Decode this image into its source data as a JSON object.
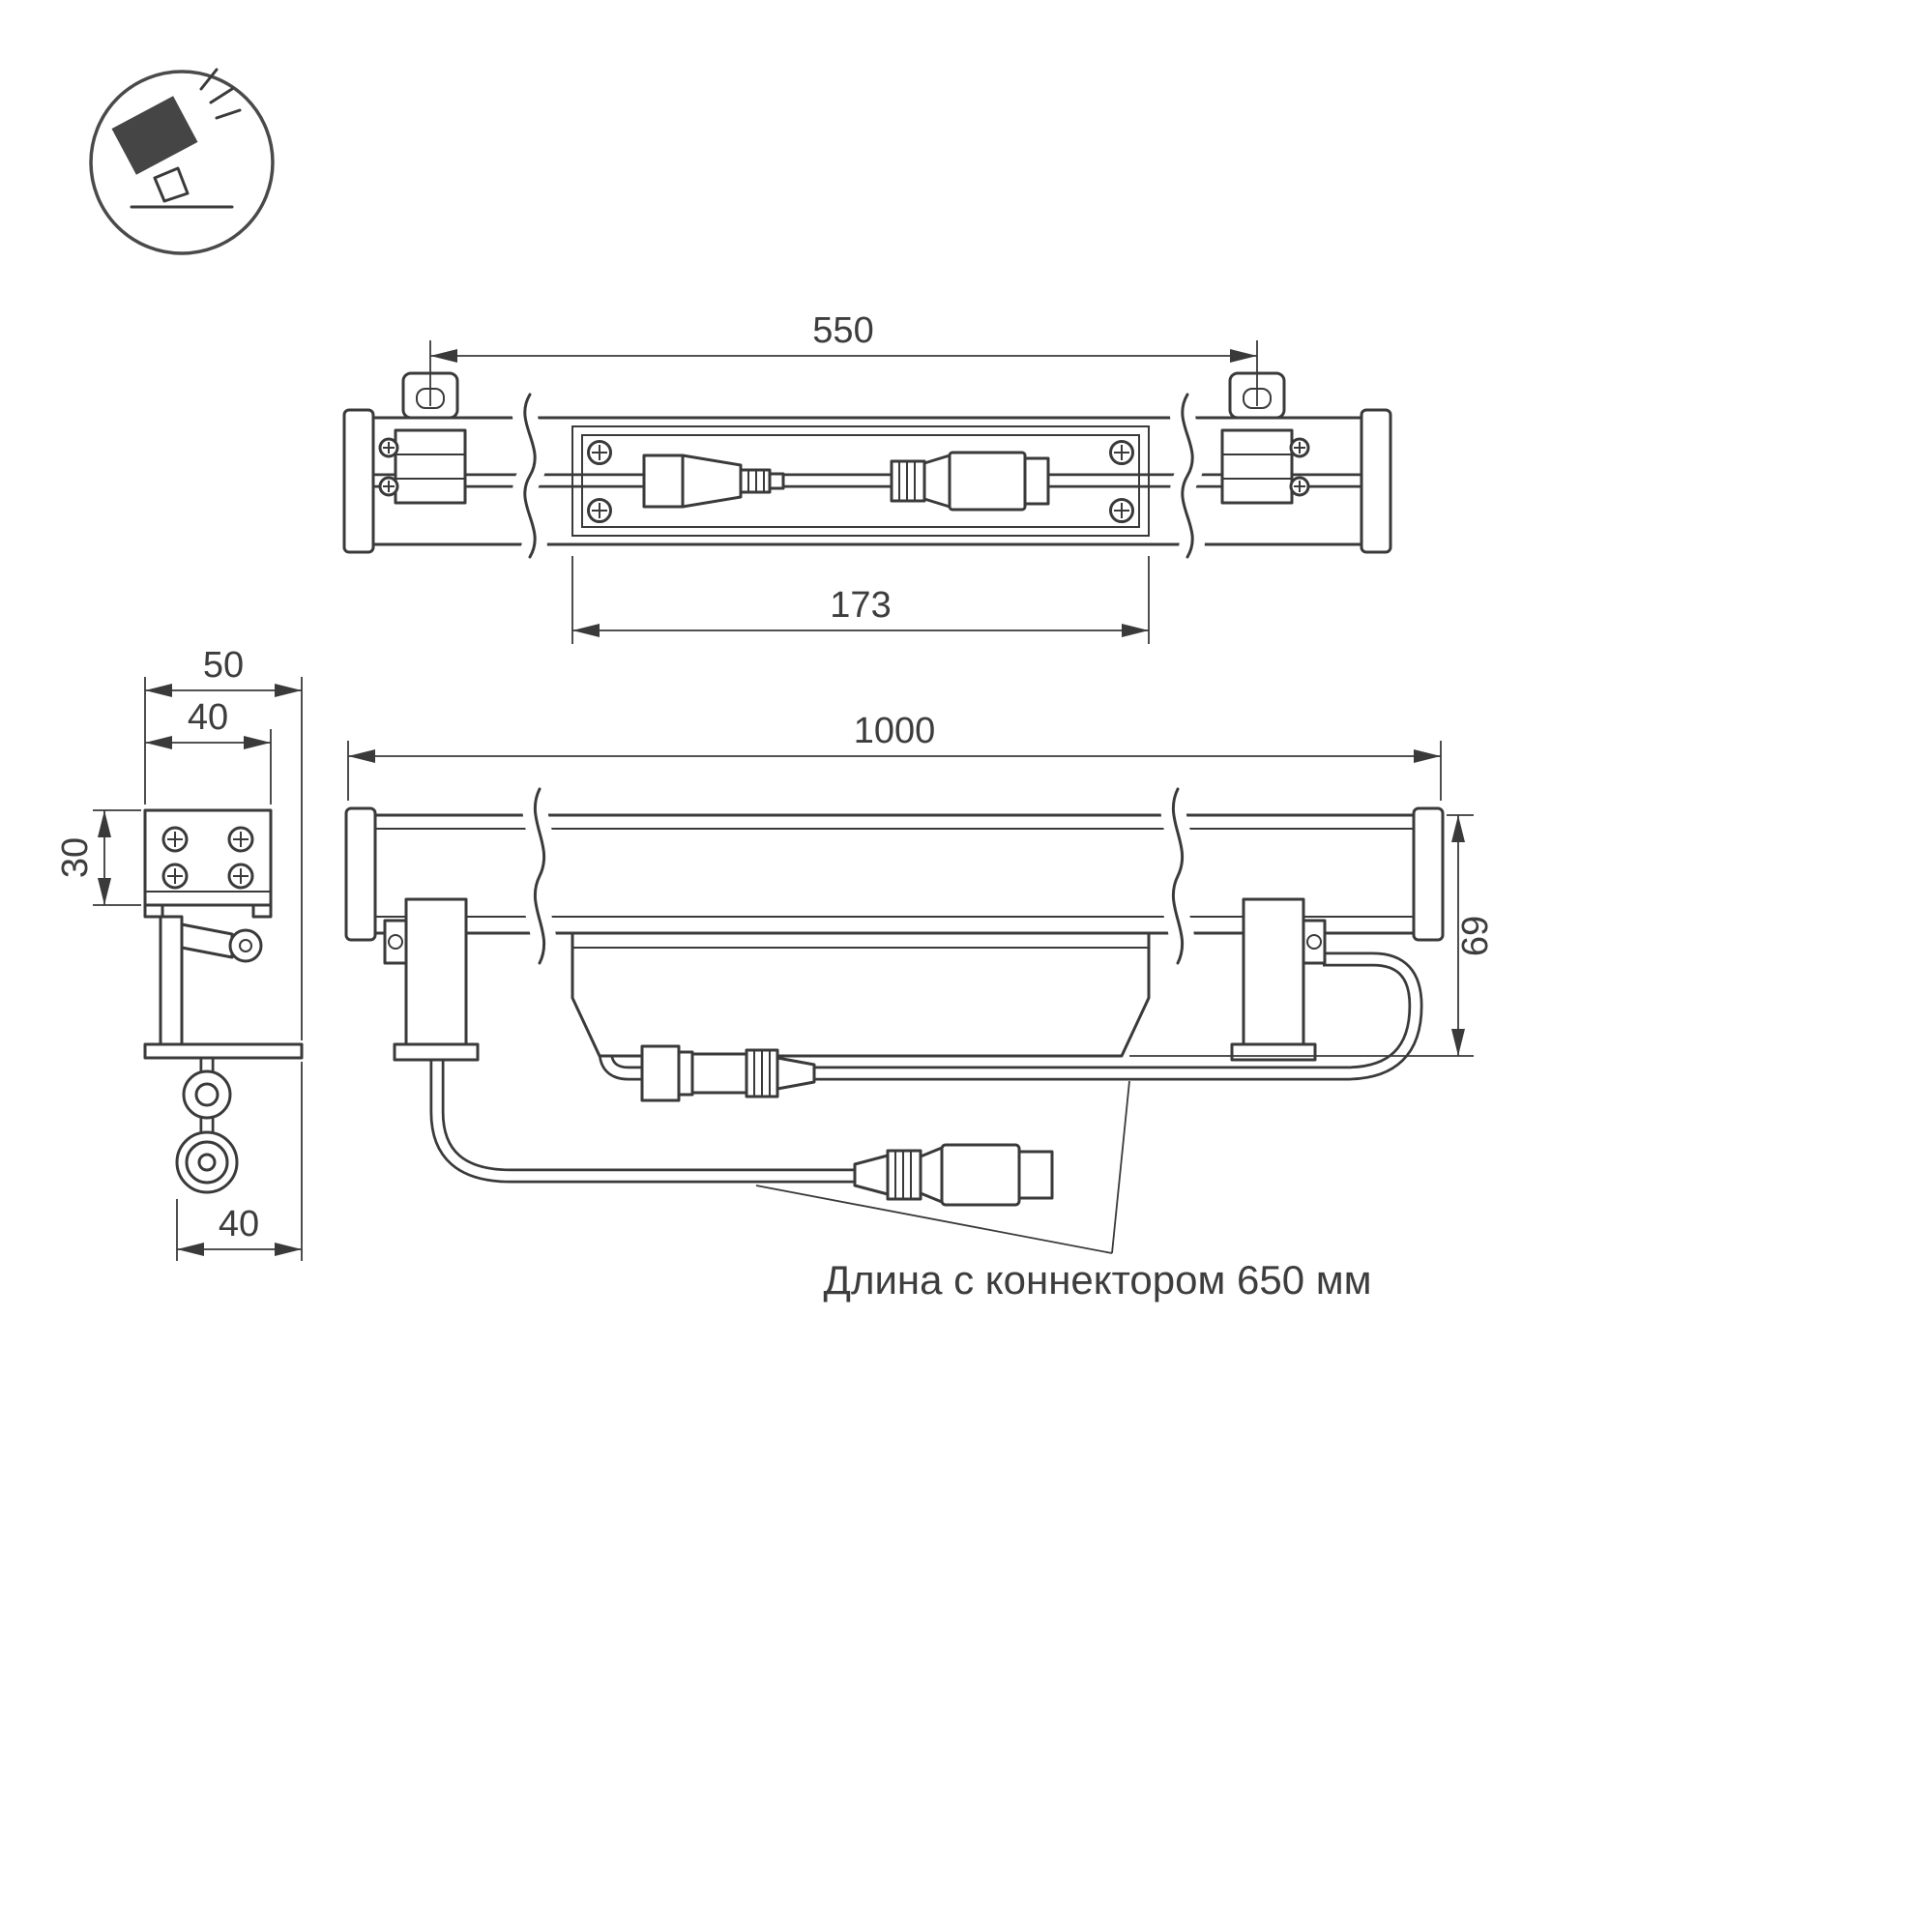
{
  "meta": {
    "title": "Luminaire dimensional drawing"
  },
  "icon": {
    "name": "floodlight-icon"
  },
  "views": {
    "top": {
      "dim_bracket_spacing": "550",
      "dim_channel": "173"
    },
    "side": {
      "dim_width_outer": "50",
      "dim_width_inner": "40",
      "dim_height": "30",
      "dim_bottom": "40"
    },
    "front": {
      "dim_length": "1000",
      "dim_height": "69"
    }
  },
  "note": {
    "text": "Длина с коннектором 650 мм"
  },
  "colors": {
    "line": "#3a3a3a",
    "icon_fill": "#454545",
    "background": "#ffffff"
  }
}
